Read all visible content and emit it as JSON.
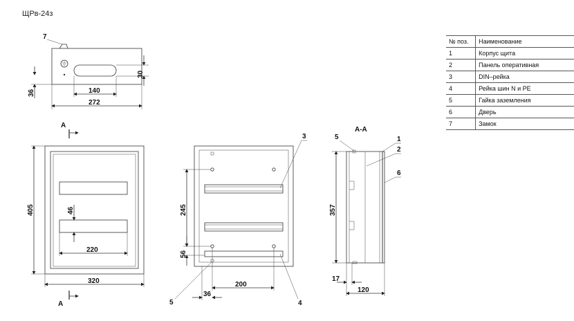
{
  "title": "ЩРв-24з",
  "table": {
    "header": {
      "num": "№ поз.",
      "name": "Наименование"
    },
    "rows": [
      {
        "num": "1",
        "name": "Корпус щита"
      },
      {
        "num": "2",
        "name": "Панель оперативная"
      },
      {
        "num": "3",
        "name": "DIN–рейка"
      },
      {
        "num": "4",
        "name": "Рейка шин N и PE"
      },
      {
        "num": "5",
        "name": "Гайка заземления"
      },
      {
        "num": "6",
        "name": "Дверь"
      },
      {
        "num": "7",
        "name": "Замок"
      }
    ]
  },
  "top_view": {
    "callout": "7",
    "dims": {
      "width": "272",
      "slot": "140",
      "height": "30",
      "offset": "36"
    }
  },
  "front_view": {
    "section_mark": "А",
    "dims": {
      "height": "405",
      "width": "320",
      "window": "220",
      "gap": "46"
    }
  },
  "inner_view": {
    "callouts": {
      "nut": "5",
      "rail": "3",
      "bus": "4"
    },
    "dims": {
      "height": "245",
      "bottom": "56",
      "spacing": "200",
      "offset": "36"
    }
  },
  "section_view": {
    "label": "А-А",
    "callouts": {
      "nut": "5",
      "body": "1",
      "panel": "2",
      "door": "6"
    },
    "dims": {
      "height": "357",
      "depth": "120",
      "door_offset": "17"
    }
  }
}
